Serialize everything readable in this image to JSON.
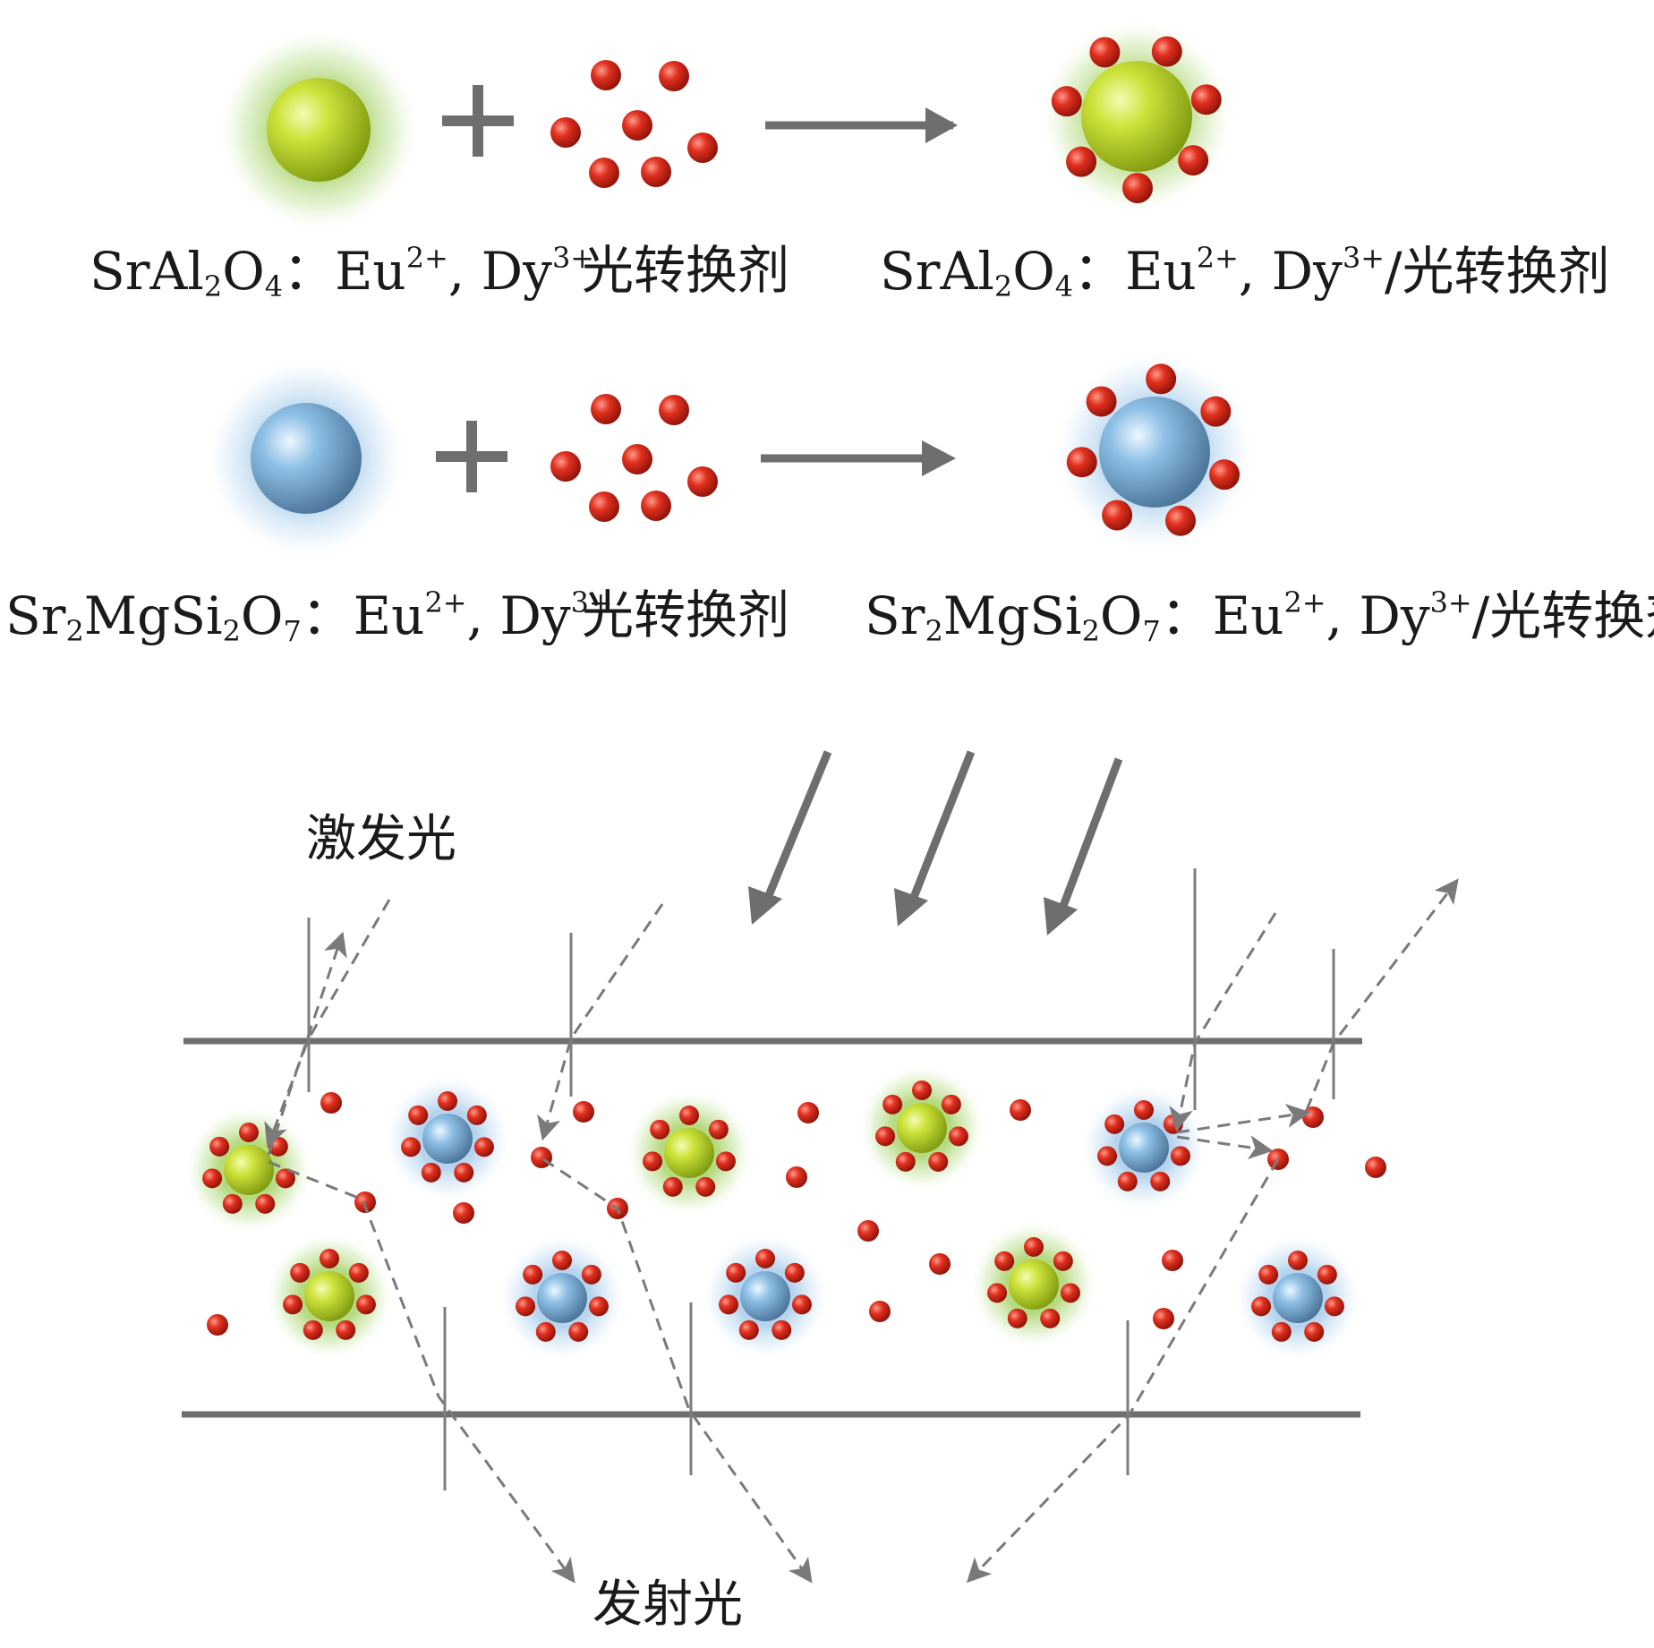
{
  "row1": {
    "reactant_formula": {
      "pre": "SrAl",
      "s1": "2",
      "mid": "O",
      "s2": "4",
      "colon": "：",
      "eu": "Eu",
      "eu_sup": "2+",
      "comma": ", ",
      "dy": "Dy",
      "dy_sup": "3+"
    },
    "reactant_agent": "光转换剂",
    "product_formula": {
      "pre": "SrAl",
      "s1": "2",
      "mid": "O",
      "s2": "4",
      "colon": "：",
      "eu": "Eu",
      "eu_sup": "2+",
      "comma": ", ",
      "dy": "Dy",
      "dy_sup": "3+",
      "suffix": "/光转换剂"
    }
  },
  "row2": {
    "reactant_formula": {
      "pre": "Sr",
      "s1": "2",
      "mid": "MgSi",
      "s2": "2",
      "o": "O",
      "s3": "7",
      "colon": "：",
      "eu": "Eu",
      "eu_sup": "2+",
      "comma": ", ",
      "dy": "Dy",
      "dy_sup": "3+"
    },
    "reactant_agent": "光转换剂",
    "product_formula": {
      "pre": "Sr",
      "s1": "2",
      "mid": "MgSi",
      "s2": "2",
      "o": "O",
      "s3": "7",
      "colon": "：",
      "eu": "Eu",
      "eu_sup": "2+",
      "comma": ", ",
      "dy": "Dy",
      "dy_sup": "3+",
      "suffix": "/光转换剂"
    }
  },
  "excitation_label": "激发光",
  "emission_label": "发射光",
  "colors": {
    "green_phosphor": "#b6d22a",
    "blue_phosphor": "#7fb2d8",
    "agent_particle": "#d8261b",
    "line": "#6e6e6e",
    "text": "#1a1a1a"
  }
}
